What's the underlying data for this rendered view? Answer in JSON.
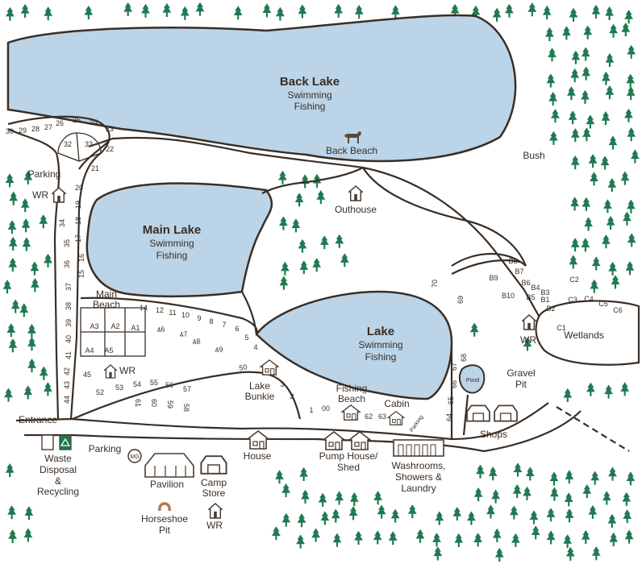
{
  "lakes": {
    "back": {
      "name": "Back Lake",
      "line1": "Swimming",
      "line2": "Fishing"
    },
    "main": {
      "name": "Main Lake",
      "line1": "Swimming",
      "line2": "Fishing"
    },
    "lake": {
      "name": "Lake",
      "line1": "Swimming",
      "line2": "Fishing"
    },
    "wetlands": {
      "name": "Wetlands"
    },
    "pond": {
      "name": "Pond"
    }
  },
  "areas": {
    "back_beach": "Back Beach",
    "bush": "Bush",
    "outhouse": "Outhouse",
    "parking_top": "Parking",
    "wr": "WR",
    "main_beach_1": "Main",
    "main_beach_2": "Beach",
    "lake_bunkie_1": "Lake",
    "lake_bunkie_2": "Bunkie",
    "fishing_beach_1": "Fishing",
    "fishing_beach_2": "Beach",
    "cabin": "Cabin",
    "parking_small": "Parking",
    "gravel_pit_1": "Gravel",
    "gravel_pit_2": "Pit",
    "entrance": "Entrance",
    "shops": "Shops",
    "waste_1": "Waste",
    "waste_2": "Disposal",
    "waste_3": "&",
    "waste_4": "Recycling",
    "parking_bottom": "Parking",
    "mg": "MG",
    "house": "House",
    "pump_1": "Pump House/",
    "pump_2": "Shed",
    "wash_1": "Washrooms,",
    "wash_2": "Showers &",
    "wash_3": "Laundry",
    "pavilion": "Pavilion",
    "camp_1": "Camp",
    "camp_2": "Store",
    "horse_1": "Horseshoe",
    "horse_2": "Pit"
  },
  "sites": {
    "arc": [
      "30",
      "29",
      "28",
      "27",
      "26",
      "25",
      "24",
      "23",
      "22",
      "21",
      "20"
    ],
    "center": [
      "32",
      "33"
    ],
    "left_col": [
      "34",
      "35",
      "36",
      "37",
      "38",
      "39",
      "40",
      "41",
      "42",
      "43",
      "44"
    ],
    "right_col": [
      "19",
      "18",
      "17",
      "16",
      "15"
    ],
    "a_sites": [
      "A1",
      "A2",
      "A3",
      "A4",
      "A5"
    ],
    "row_top": [
      "14",
      "12",
      "11",
      "10",
      "9",
      "8",
      "7",
      "6",
      "5",
      "4"
    ],
    "row_top_inner": [
      "46",
      "47",
      "48",
      "49",
      "50"
    ],
    "row_mid": [
      "45",
      "52",
      "53",
      "54",
      "55",
      "56",
      "57"
    ],
    "row_mid_inner": [
      "61",
      "60",
      "59",
      "58"
    ],
    "road_sites": [
      "3",
      "2",
      "1",
      "00",
      "62",
      "63"
    ],
    "east_col": [
      "64",
      "65",
      "66",
      "67",
      "68",
      "69",
      "70"
    ],
    "b_sites": [
      "B1",
      "B2",
      "B3",
      "B4",
      "B5",
      "B6",
      "B7",
      "B8",
      "B9",
      "B10"
    ],
    "c_sites": [
      "C1",
      "C2",
      "C3",
      "C4",
      "C5",
      "C6"
    ]
  }
}
